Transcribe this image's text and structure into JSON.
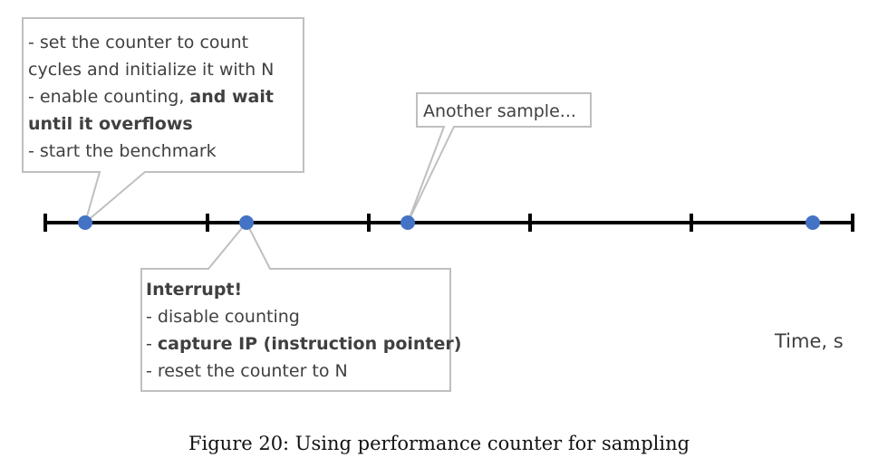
{
  "callouts": {
    "setup": {
      "lines": [
        [
          {
            "text": "- set the counter to count",
            "bold": false
          }
        ],
        [
          {
            "text": "cycles and initialize it with N",
            "bold": false
          }
        ],
        [
          {
            "text": "- enable counting, ",
            "bold": false
          },
          {
            "text": "and wait",
            "bold": true
          }
        ],
        [
          {
            "text": "until it overflows",
            "bold": true
          }
        ],
        [
          {
            "text": "- start the benchmark",
            "bold": false
          }
        ]
      ]
    },
    "another": {
      "lines": [
        [
          {
            "text": "Another sample...",
            "bold": false
          }
        ]
      ]
    },
    "interrupt": {
      "lines": [
        [
          {
            "text": "Interrupt!",
            "bold": true
          }
        ],
        [
          {
            "text": "- disable counting",
            "bold": false
          }
        ],
        [
          {
            "text": "- ",
            "bold": false
          },
          {
            "text": "capture IP (instruction pointer)",
            "bold": true
          }
        ],
        [
          {
            "text": "- reset the counter to N",
            "bold": false
          }
        ]
      ]
    }
  },
  "axis_label": "Time, s",
  "caption": "Figure 20: Using performance counter for sampling",
  "colors": {
    "point": "#4472C4",
    "axis": "#000000",
    "box_border": "#BFBFBF",
    "text": "#404040"
  }
}
